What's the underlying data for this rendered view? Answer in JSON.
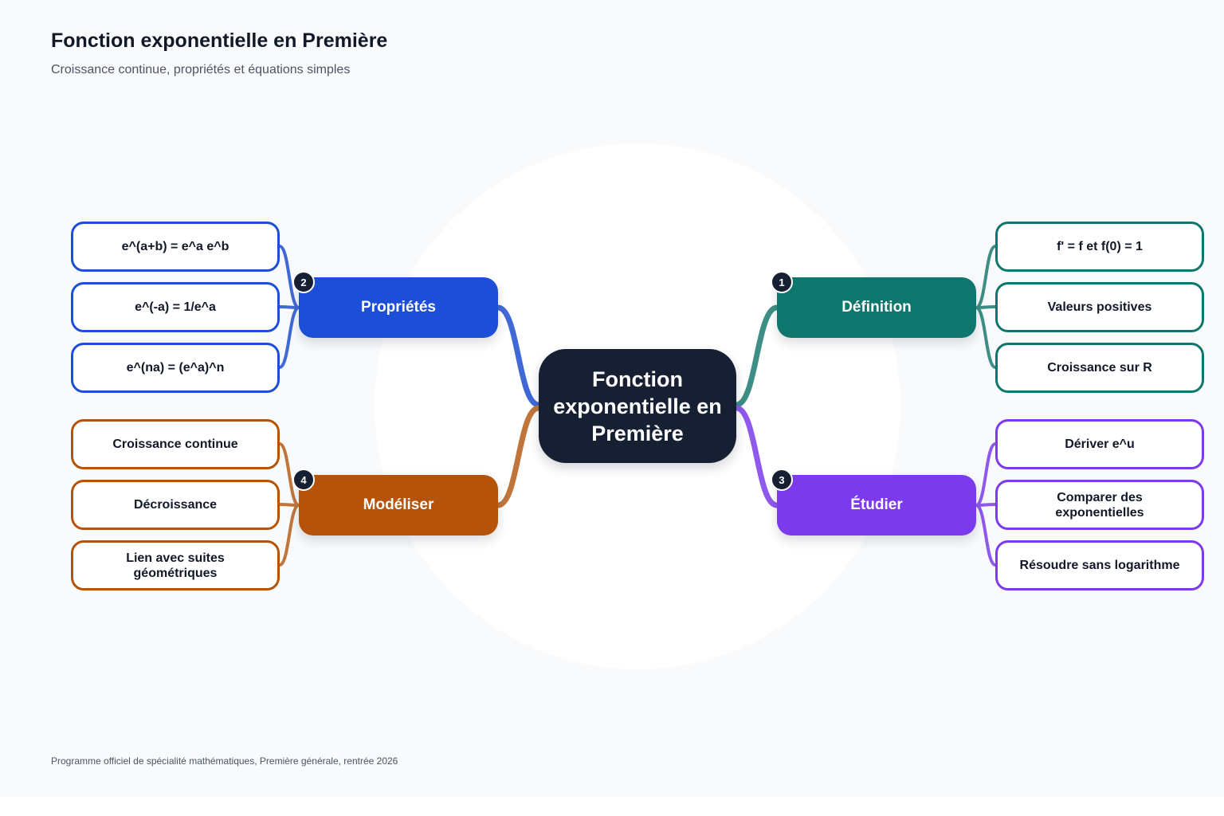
{
  "header": {
    "title": "Fonction exponentielle en Première",
    "subtitle": "Croissance continue, propriétés et équations simples"
  },
  "center": {
    "label": "Fonction exponentielle en Première",
    "color": "#162032"
  },
  "branches": [
    {
      "id": "definition",
      "number": "1",
      "label": "Définition",
      "color": "#0f766e",
      "line_color": "#3d8f86",
      "side": "right",
      "children": [
        "f' = f et f(0) = 1",
        "Valeurs positives",
        "Croissance sur R"
      ]
    },
    {
      "id": "proprietes",
      "number": "2",
      "label": "Propriétés",
      "color": "#1d4ed8",
      "line_color": "#4169d6",
      "side": "left",
      "children": [
        "e^(a+b) = e^a e^b",
        "e^(-a) = 1/e^a",
        "e^(na) = (e^a)^n"
      ]
    },
    {
      "id": "etudier",
      "number": "3",
      "label": "Étudier",
      "color": "#7c3aed",
      "line_color": "#9059ee",
      "side": "right",
      "children": [
        "Dériver e^u",
        "Comparer des exponentielles",
        "Résoudre sans logarithme"
      ]
    },
    {
      "id": "modeliser",
      "number": "4",
      "label": "Modéliser",
      "color": "#b45309",
      "line_color": "#c0763b",
      "side": "left",
      "children": [
        "Croissance continue",
        "Décroissance",
        "Lien avec suites géométriques"
      ]
    }
  ],
  "footer": {
    "text": "Programme officiel de spécialité mathématiques, Première générale, rentrée 2026"
  }
}
